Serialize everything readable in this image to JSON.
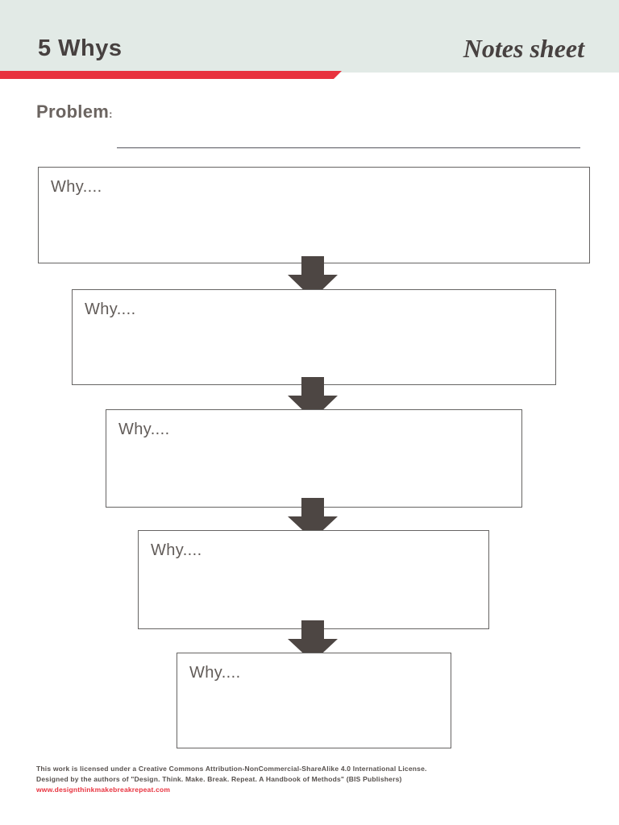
{
  "header": {
    "title": "5 Whys",
    "subtitle": "Notes sheet"
  },
  "problem": {
    "label": "Problem",
    "colon": ":"
  },
  "whys": [
    {
      "label": "Why...."
    },
    {
      "label": "Why...."
    },
    {
      "label": "Why...."
    },
    {
      "label": "Why...."
    },
    {
      "label": "Why...."
    }
  ],
  "footer": {
    "license_line": "This work is licensed under a Creative Commons Attribution-NonCommercial-ShareAlike 4.0 International License.",
    "designed_line": "Designed by the authors of \"Design. Think. Make. Break. Repeat. A Handbook of Methods\" (BIS Publishers)",
    "website": "www.designthinkmakebreakrepeat.com"
  },
  "colors": {
    "accent_red": "#e8323e",
    "header_band": "#e2eae6",
    "arrow": "#4d4643",
    "title_text": "#474140",
    "box_border": "#666463"
  }
}
